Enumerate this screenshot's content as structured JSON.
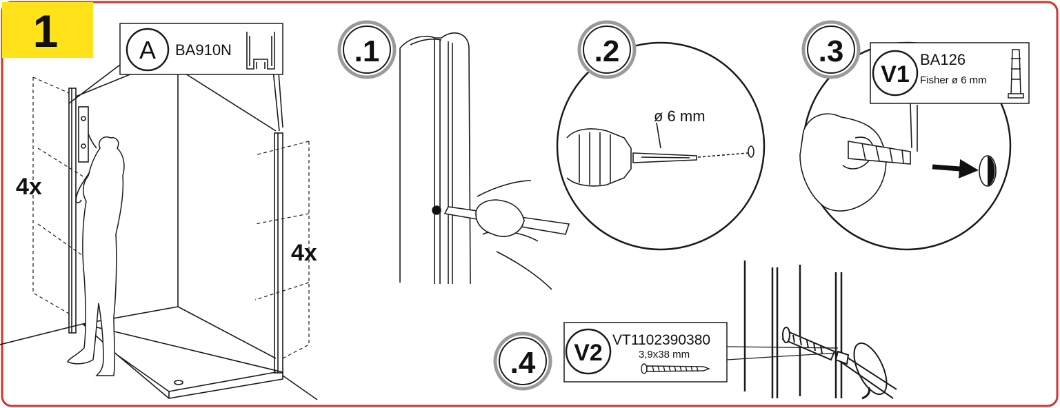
{
  "step_number": "1",
  "colors": {
    "frame_border": "#d9322b",
    "step_badge": "#ffe21a",
    "line": "#1a1a1a",
    "circle_badge_ring": "#9a9a9a",
    "arrow": "#111111"
  },
  "part_a": {
    "letter": "A",
    "code": "BA910N",
    "icon": "wall-profile-icon"
  },
  "quantity_left": "4x",
  "quantity_right": "4x",
  "substeps": [
    {
      "label": ".1",
      "description_icon": "pencil-marking-icon"
    },
    {
      "label": ".2",
      "description_icon": "drill-icon"
    },
    {
      "label": ".3",
      "description_icon": "wall-plug-icon"
    },
    {
      "label": ".4",
      "description_icon": "screwdriver-icon"
    }
  ],
  "drill_size": "ø 6 mm",
  "part_v1": {
    "letter": "V1",
    "code": "BA126",
    "description": "Fisher ø 6 mm",
    "icon": "wall-plug-icon"
  },
  "part_v2": {
    "letter": "V2",
    "code": "VT1102390380",
    "description": "3,9x38 mm",
    "icon": "screw-icon"
  }
}
